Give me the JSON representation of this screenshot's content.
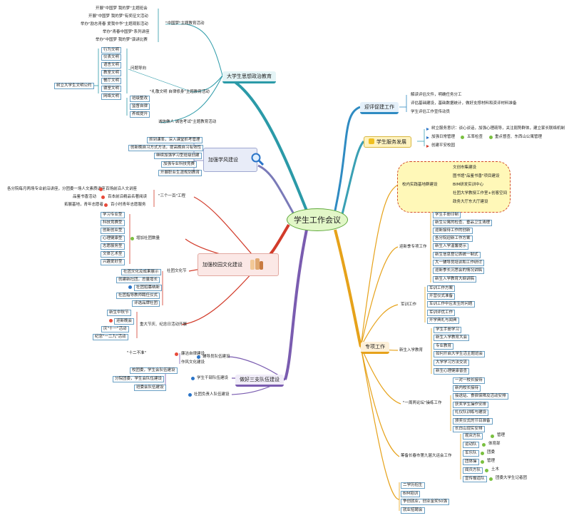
{
  "center": "学生工作会议",
  "topics": {
    "ideology": "大学生思想政治教育",
    "evaluation": "迎评促建工作",
    "service": "学生服务发展",
    "study_style": "加强学风建设",
    "campus_culture": "加强校园文化建设",
    "special": "专项工作",
    "team": "做好三支队伍建设"
  },
  "ideology": {
    "china_dream": "\"中国梦\"主题教育活动",
    "china_dream_items": [
      "开展\"中国梦 我的梦\"主题班会",
      "开展\"中国梦 我的梦\"有奖征文活动",
      "举办\"励志青春 爱我中华\"主题观影活动",
      "举办\"青春中国梦\"系列讲座",
      "举办\"中国梦 我的梦\"演讲比赛"
    ],
    "etiquette": "\"礼敬文明 自律修身\"主题教育活动",
    "civic_norms": "树立大学生文明公约",
    "problem_oriented": "问题导向",
    "civ_items": [
      "行为文明",
      "仪表文明",
      "语言文明",
      "教室文明",
      "餐厅文明",
      "寝室文明",
      "网络文明"
    ],
    "etiquette_items": [
      "班级整改",
      "监督自律",
      "养成提升"
    ],
    "integrity": "诚信做人 诚信考试\"主题教育活动"
  },
  "evaluation": [
    "解读评估文件，明确任务分工",
    "评估基础建设，基础数据统计，做好支撑材料和资评材料准备",
    "学生评估工作宣传动员"
  ],
  "service": [
    "树立服务意识：谈心谈话，加强心理疏导，关注弱势群体，建立家长联络机制",
    "加强日常管理",
    "五率检查",
    "重点督查、东西山公寓管理",
    "创建平安校园"
  ],
  "study_style": [
    "抓到课率，深入课堂抓考管理",
    "创新晚自习方式方法，提高晚自习有效性",
    "继续加强学习型班级创建",
    "加强专业科技竞赛",
    "开展职业生涯规划教育"
  ],
  "culture": {
    "three_one_hundred": "\"三个一百\"工程",
    "tyh_items": [
      "百场前沿人文讲座",
      "百本前沿精品名著阅读",
      "百小时青年志愿服务"
    ],
    "left_items": [
      "各分院每月两场专业前沿讲座，分团委一场人文素质讲座",
      "品鉴书香活动",
      "拓展基地，青年志愿者"
    ],
    "clubs_label": "增加社团数量",
    "club_types": [
      "学习专业型",
      "科技竞赛型",
      "创新创业型",
      "心理健康型",
      "志愿服务型",
      "文体艺术型",
      "兴趣爱好型"
    ],
    "culture_fest": "社团文化节",
    "fest_items": [
      "社团文化及成果展示",
      "创建新社团，总量增长",
      "社团招募纳新",
      "社团指导教师聘任仪式",
      "评选品牌社团"
    ],
    "holidays": "重大节庆、纪念日活动开展",
    "holiday_items": [
      "新生中秋节",
      "迎新晚会",
      "庆\"十一\"活动",
      "纪念\"一二九\"活动"
    ]
  },
  "team": {
    "twelve": "\"十二不准\"",
    "counselor": "辅导员队伍建设",
    "counselor_items": [
      "廉洁自律建设",
      "作风文化建设"
    ],
    "cadre": "学生干部队伍建设",
    "cadre_items": [
      "校团委，学生会队伍建设",
      "分院团委，学生会队伍建设",
      "班委会队伍建设"
    ],
    "club_leaders": "社团负责人队伍建设"
  },
  "special": {
    "base": "校内实践基地群建设",
    "base_items": [
      "文创市集建设",
      "图书馆\"品鉴书香\"项目建设",
      "BIM研发实训中心",
      "社团大学教授工作室+创客空间",
      "政务大厅东大厅建设"
    ],
    "freshmen": "迎新季专项工作",
    "freshmen_items": [
      "学生手册印制",
      "新生公寓的检查、垂品卫生清理",
      "迎新接待工作的创新",
      "各分院迎新工作方案",
      "新生入学温馨提示",
      "新生信息登记表统一制式",
      "大一辅导员培训和工作研讨",
      "迎新季长沉思会的情况讲稿",
      "新生入学教育大纲讲稿"
    ],
    "military": "军训工作",
    "military_items": [
      "军训工作方案",
      "开营仪式准备",
      "军训工作中应发生的问题",
      "军训评优工作",
      "开学典礼与闻典"
    ],
    "orientation": "新生入学教育",
    "orientation_items": [
      "学生手册学习",
      "新生入学教育大会",
      "专业教育",
      "如何开启大学生活主题班会",
      "大学学习方法交流",
      "新生心理健康普查"
    ],
    "weekly": "\"一周两论坛\"操练工作",
    "weekly_items": [
      "一对一校长接待",
      "新内校长接待",
      "接送站、食宿保障及活动安排",
      "获奖学生操作安排",
      "礼仪队训练与建设",
      "颁奖仪式的节目准备",
      "长白山现实安排"
    ],
    "games": "筹备长春市第九届大运会工作",
    "games_pairs": [
      [
        "观众方队",
        "管理"
      ],
      [
        "运动队",
        "体育部"
      ],
      [
        "军乐队",
        "团委"
      ],
      [
        "团体操",
        "管理"
      ],
      [
        "闻兵方队",
        "土木"
      ],
      [
        "宣传报道队",
        "团委大学生记者团"
      ]
    ],
    "misc": [
      "二学历招生",
      "BIM培训",
      "争创就业，创业金奖50强",
      "就业招聘会"
    ]
  },
  "colors": {
    "ideology": "#2b9aa8",
    "evaluation": "#2f8bc2",
    "service": "#3aa0b4",
    "study": "#7a7ab8",
    "culture": "#d23b2a",
    "special": "#e6a21a",
    "team": "#7a5cb0",
    "cloud": "#fff8b8"
  }
}
